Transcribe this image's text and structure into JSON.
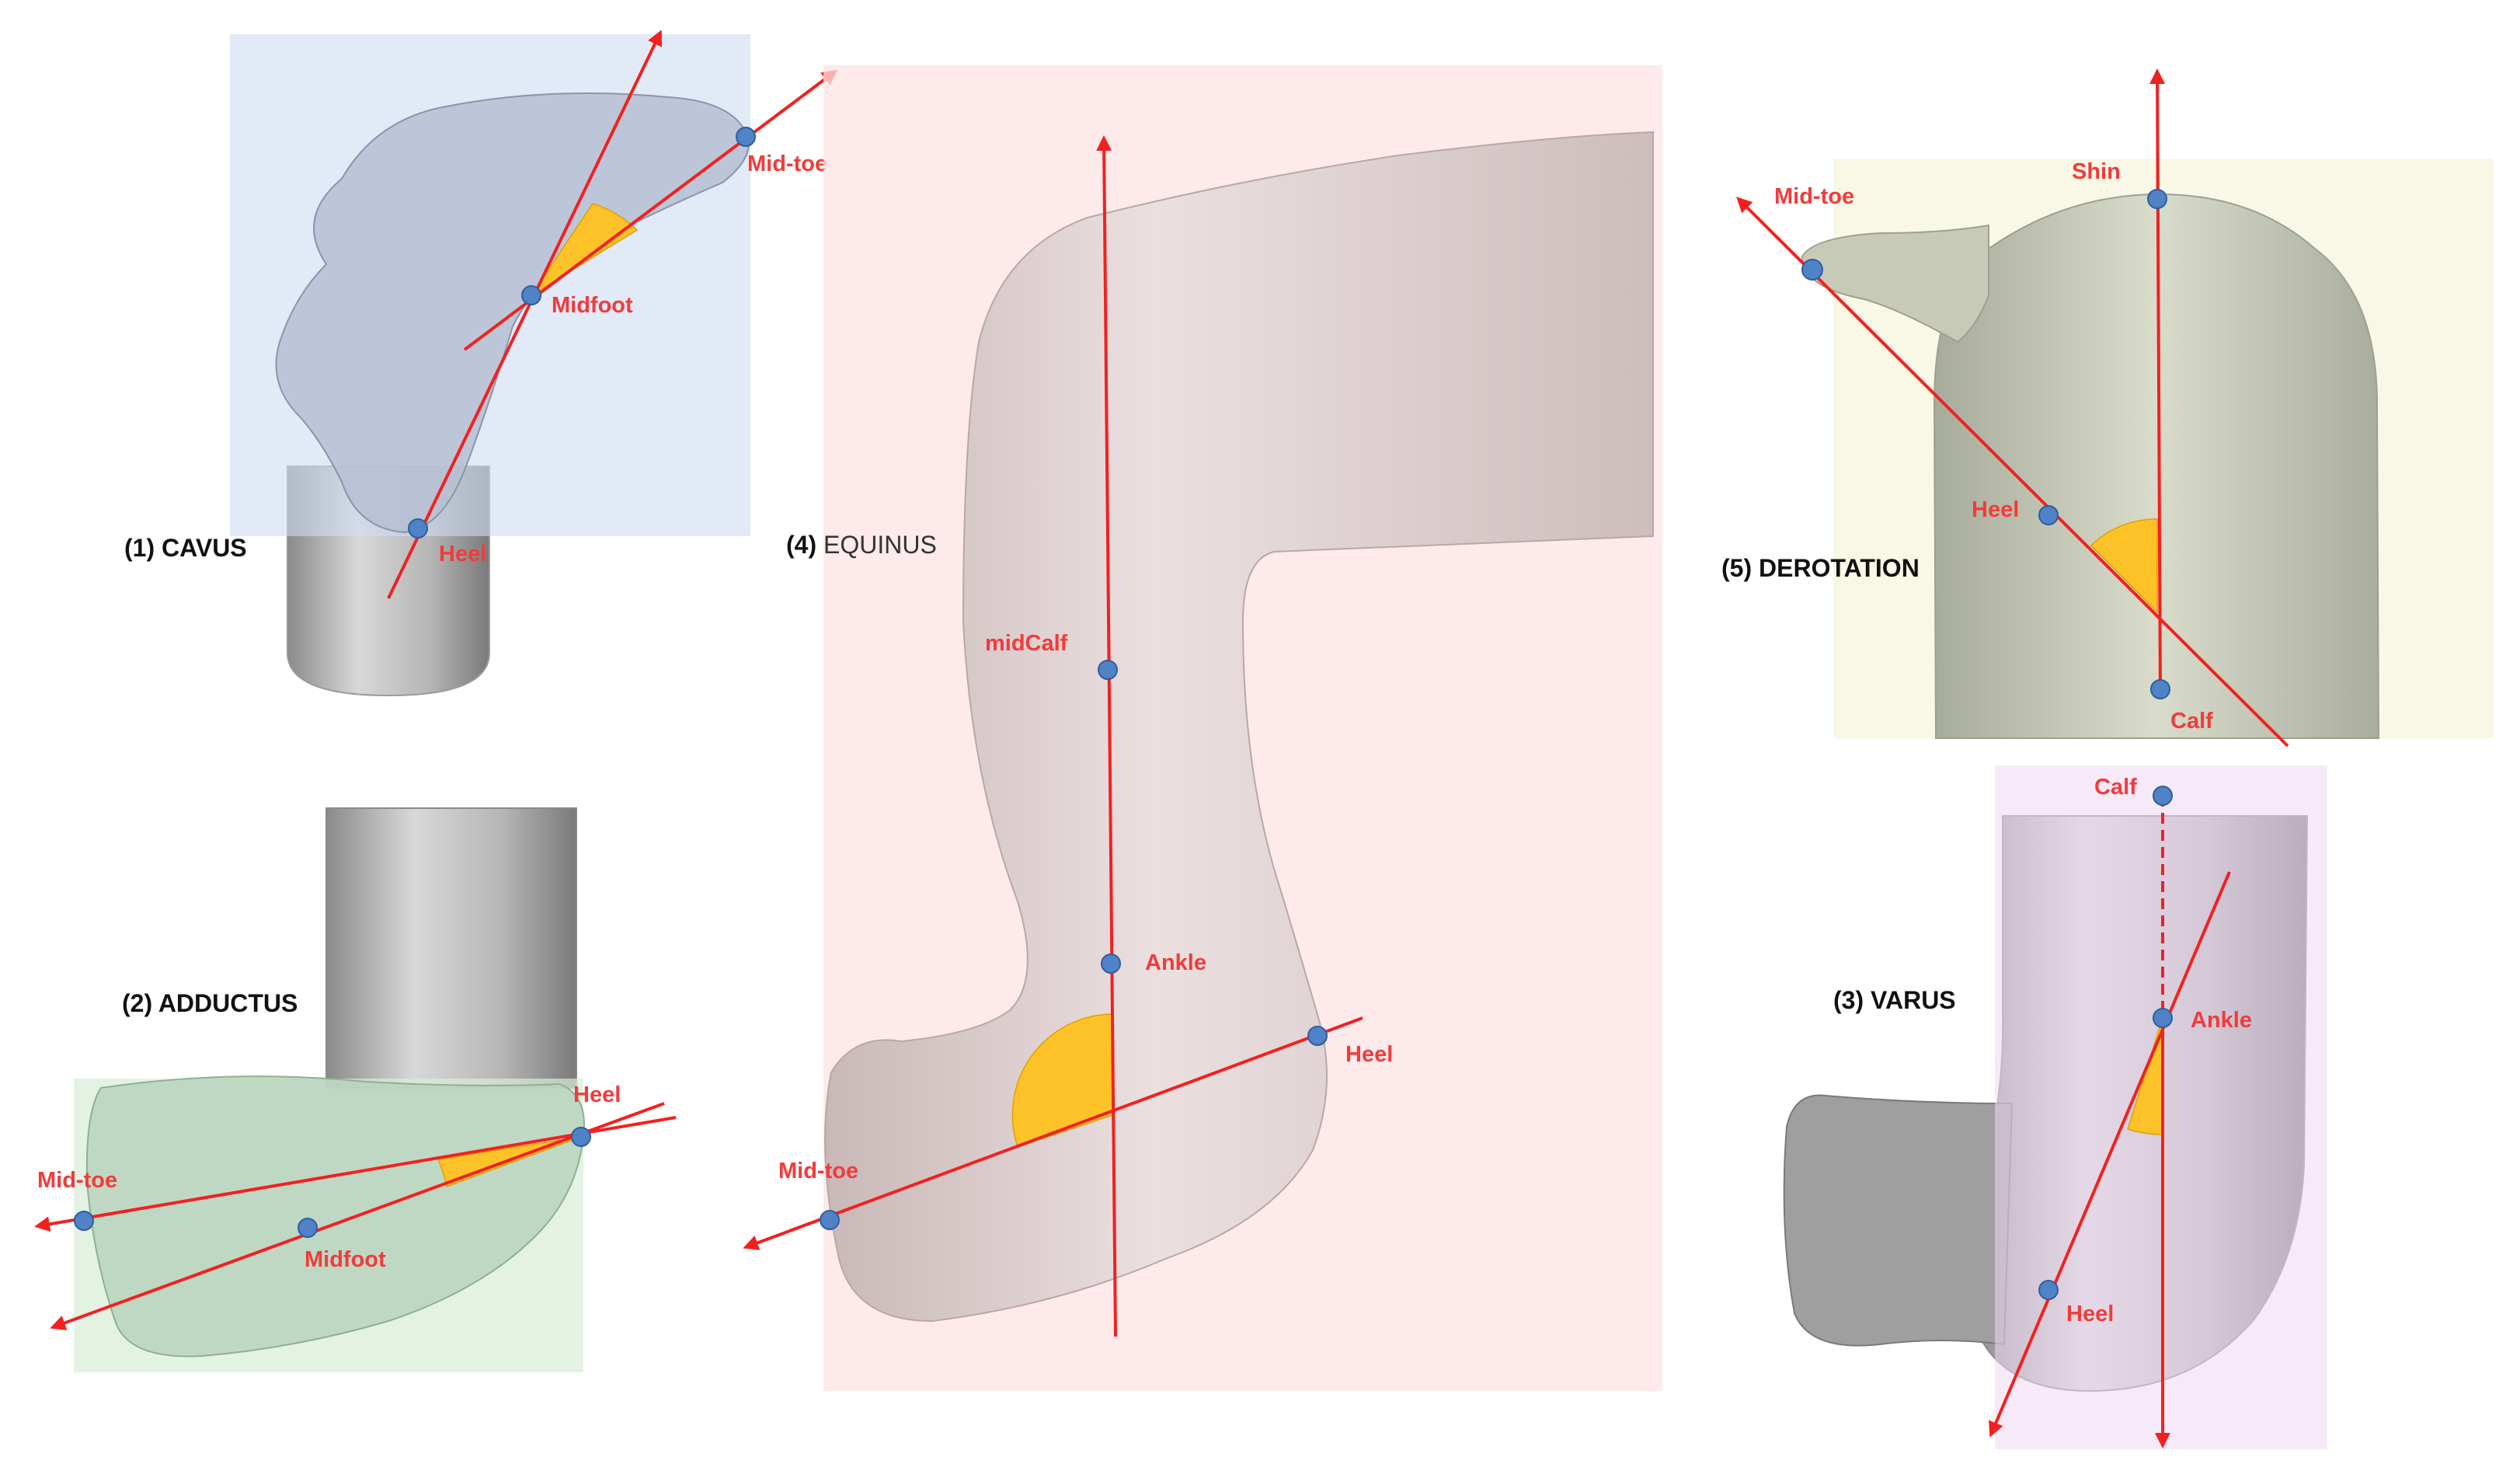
{
  "colors": {
    "axis": "#f32020",
    "landmark": "#4f82c6",
    "angle_fill": "#fdc228",
    "label": "#f23b3b"
  },
  "panels": {
    "cavus": {
      "title": "(1) CAVUS",
      "labels": {
        "midtoe": "Mid-toe",
        "midfoot": "Midfoot",
        "heel": "Heel"
      }
    },
    "adductus": {
      "title": "(2) ADDUCTUS",
      "labels": {
        "heel": "Heel",
        "midtoe": "Mid-toe",
        "midfoot": "Midfoot"
      }
    },
    "equinus": {
      "title_prefix": "(4) ",
      "title_word": "EQUINUS",
      "labels": {
        "midcalf": "midCalf",
        "ankle": "Ankle",
        "heel": "Heel",
        "midtoe": "Mid-toe"
      }
    },
    "derotation": {
      "title": "(5) DEROTATION",
      "labels": {
        "shin": "Shin",
        "midtoe": "Mid-toe",
        "heel": "Heel",
        "calf": "Calf"
      }
    },
    "varus": {
      "title": "(3) VARUS",
      "labels": {
        "calf": "Calf",
        "ankle": "Ankle",
        "heel": "Heel"
      }
    }
  }
}
